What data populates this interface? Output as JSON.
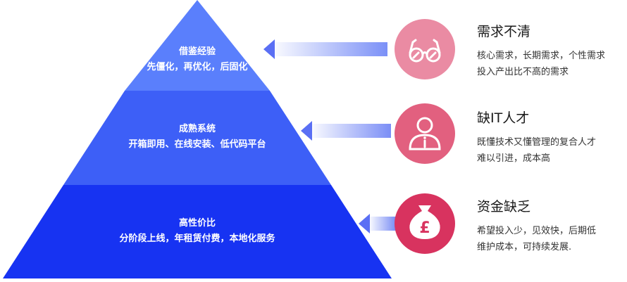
{
  "colors": {
    "tier_top": "#5a7ffc",
    "tier_middle": "#3d5ff7",
    "tier_bottom": "#1733f2",
    "arrow_top": "#7b90f7",
    "arrow_middle": "#7b8ef6",
    "arrow_bottom": "#6f84f4",
    "circle_top": "#ea8ba3",
    "circle_middle": "#e2607f",
    "circle_bottom": "#d8335f"
  },
  "tiers": [
    {
      "title": "借鉴经验",
      "desc": "先僵化，再优化，后固化"
    },
    {
      "title": "成熟系统",
      "desc": "开箱即用、在线安装、低代码平台"
    },
    {
      "title": "高性价比",
      "desc": "分阶段上线，年租赁付费，本地化服务"
    }
  ],
  "problems": [
    {
      "title": "需求不清",
      "line1": "核心需求，长期需求，个性需求",
      "line2": "投入产出比不高的需求",
      "icon": "glasses-icon"
    },
    {
      "title": "缺IT人才",
      "line1": "既懂技术又懂管理的复合人才",
      "line2": "难以引进，成本高",
      "icon": "person-icon"
    },
    {
      "title": "资金缺乏",
      "line1": "希望投入少，见效快，后期低",
      "line2": "维护成本，可持续发展.",
      "icon": "money-bag-icon"
    }
  ]
}
